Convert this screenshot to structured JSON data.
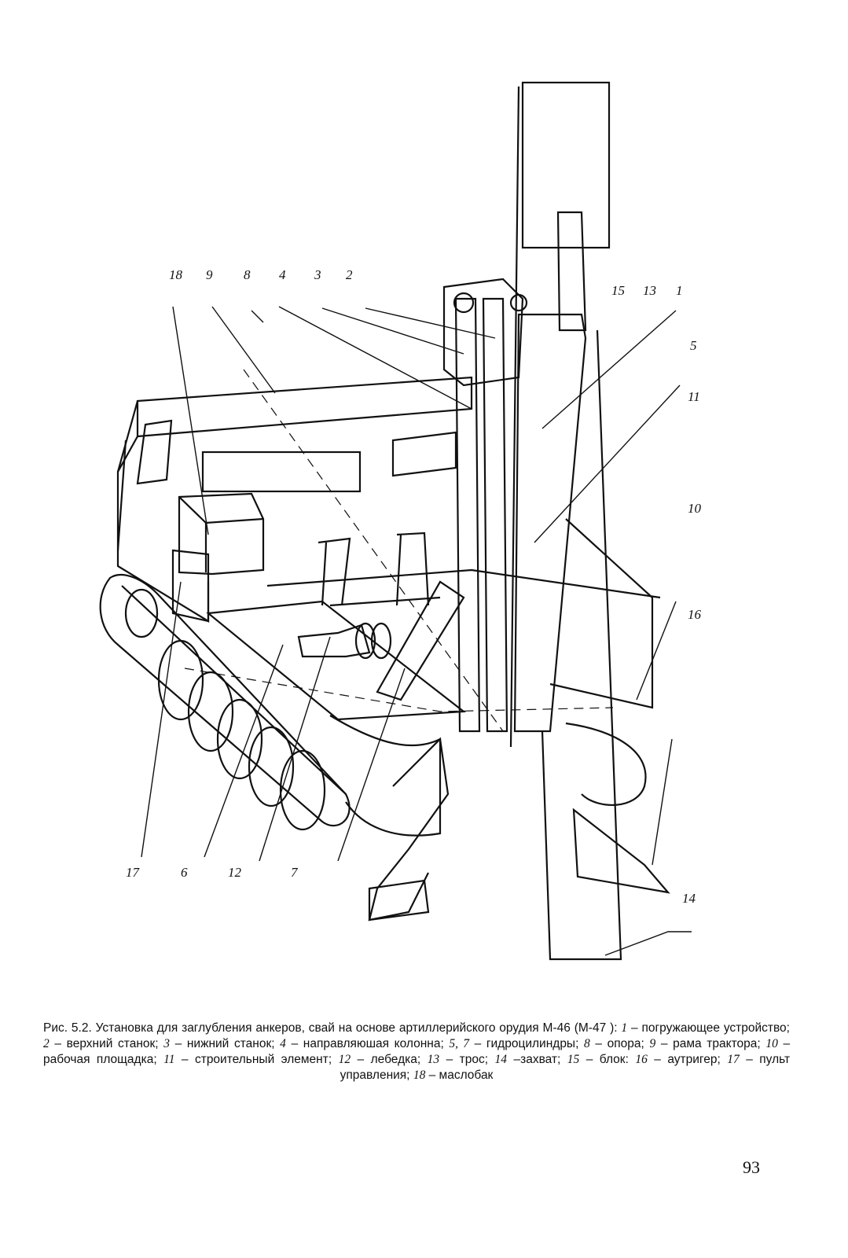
{
  "figure": {
    "callouts_top_left": [
      "18",
      "9",
      "8",
      "4",
      "3",
      "2"
    ],
    "callouts_top_right": [
      "15",
      "13",
      "1"
    ],
    "callouts_right": [
      "5",
      "11",
      "10",
      "16",
      "14"
    ],
    "callouts_bottom": [
      "17",
      "6",
      "12",
      "7"
    ]
  },
  "caption": {
    "title": "Рис. 5.2. Установка для заглубления анкеров, свай на основе артиллерийского орудия М-46 (М-47 ):",
    "items": [
      {
        "num": "1",
        "text": "– погружающее устройство;"
      },
      {
        "num": "2",
        "text": "– верхний станок;"
      },
      {
        "num": "3",
        "text": "– нижний станок;"
      },
      {
        "num": "4",
        "text": "– направляюшая колонна;"
      },
      {
        "num": "5, 7",
        "text": "– гидроцилиндры;"
      },
      {
        "num": "8",
        "text": "– опора;"
      },
      {
        "num": "9",
        "text": "– рама трактора;"
      },
      {
        "num": "10",
        "text": "– рабочая площадка;"
      },
      {
        "num": "11",
        "text": "– строительный элемент;"
      },
      {
        "num": "12",
        "text": "– лебедка;"
      },
      {
        "num": "13",
        "text": "– трос;"
      },
      {
        "num": "14",
        "text": "–захват;"
      },
      {
        "num": "15",
        "text": "– блок:"
      },
      {
        "num": "16",
        "text": "– аутригер;"
      },
      {
        "num": "17",
        "text": "– пульт управления;"
      },
      {
        "num": "18",
        "text": "– маслобак"
      }
    ]
  },
  "page_number": "93"
}
